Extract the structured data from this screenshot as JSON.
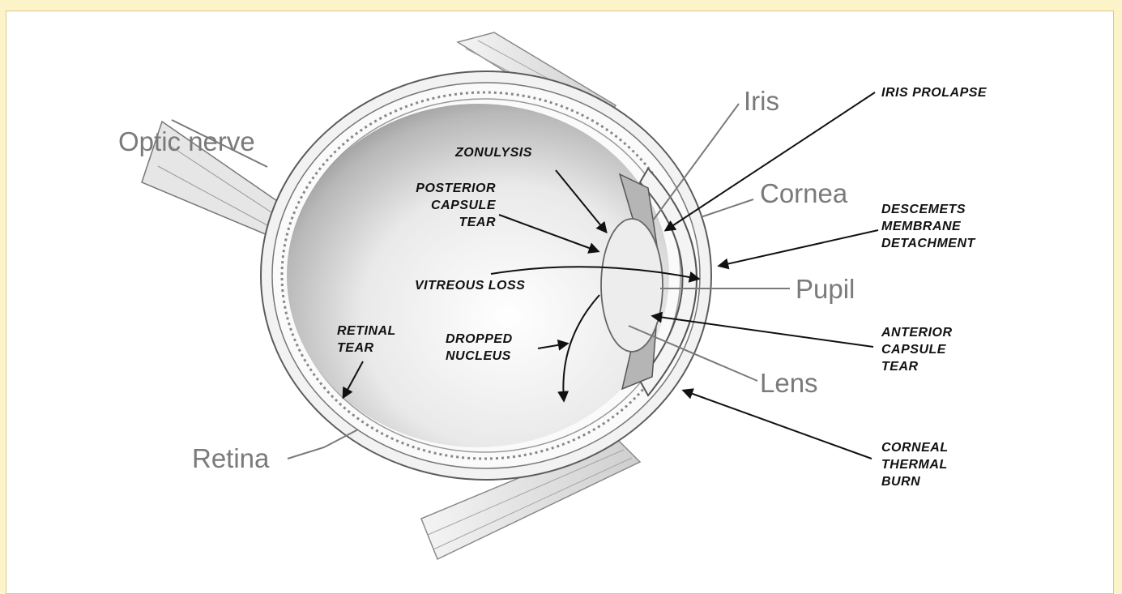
{
  "diagram": {
    "anatomy_labels": {
      "optic_nerve": "Optic nerve",
      "iris": "Iris",
      "cornea": "Cornea",
      "pupil": "Pupil",
      "lens": "Lens",
      "retina": "Retina"
    },
    "complication_labels": {
      "iris_prolapse": [
        "IRIS PROLAPSE"
      ],
      "zonulysis": [
        "ZONULYSIS"
      ],
      "posterior_capsule_tear": [
        "POSTERIOR",
        "CAPSULE",
        "TEAR"
      ],
      "descemets_membrane_detachment": [
        "DESCEMETS",
        "MEMBRANE",
        "DETACHMENT"
      ],
      "vitreous_loss": [
        "VITREOUS LOSS"
      ],
      "retinal_tear": [
        "RETINAL",
        "TEAR"
      ],
      "dropped_nucleus": [
        "DROPPED",
        "NUCLEUS"
      ],
      "anterior_capsule_tear": [
        "ANTERIOR",
        "CAPSULE",
        "TEAR"
      ],
      "corneal_thermal_burn": [
        "CORNEAL",
        "THERMAL",
        "BURN"
      ]
    },
    "colors": {
      "background": "#fdf3c8",
      "panel": "#ffffff",
      "anatomy_text": "#7a7a7a",
      "complication_text": "#111111"
    }
  }
}
